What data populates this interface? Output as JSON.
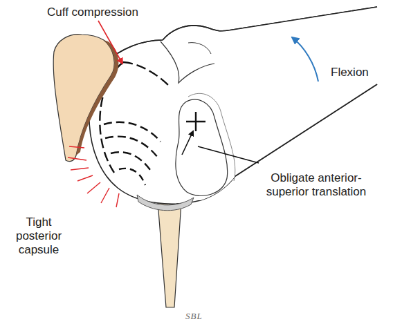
{
  "diagram": {
    "labels": [
      "Cuff compression",
      "Flexion",
      "Obligate anterior-superior translation",
      "Tight posterior capsule",
      "SBL"
    ]
  }
}
